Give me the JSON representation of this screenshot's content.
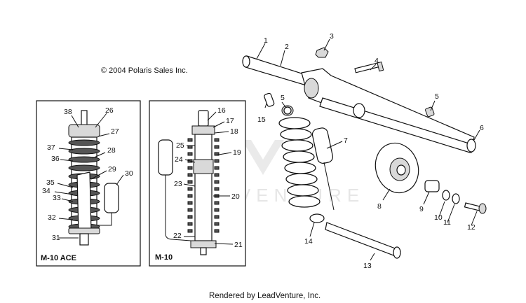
{
  "copyright": "© 2004 Polaris Sales Inc.",
  "footer": "Rendered by LeadVenture, Inc.",
  "watermark": "LEADVENTURE",
  "inset_left": {
    "caption": "M-10 ACE",
    "callouts": [
      "38",
      "26",
      "27",
      "37",
      "28",
      "36",
      "29",
      "30",
      "35",
      "34",
      "33",
      "32",
      "31"
    ]
  },
  "inset_middle": {
    "caption": "M-10",
    "callouts": [
      "16",
      "17",
      "18",
      "25",
      "19",
      "24",
      "23",
      "20",
      "22",
      "21"
    ]
  },
  "main": {
    "callouts": [
      "1",
      "2",
      "3",
      "4",
      "5",
      "5",
      "15",
      "6",
      "7",
      "8",
      "9",
      "10",
      "11",
      "12",
      "14",
      "13"
    ]
  }
}
